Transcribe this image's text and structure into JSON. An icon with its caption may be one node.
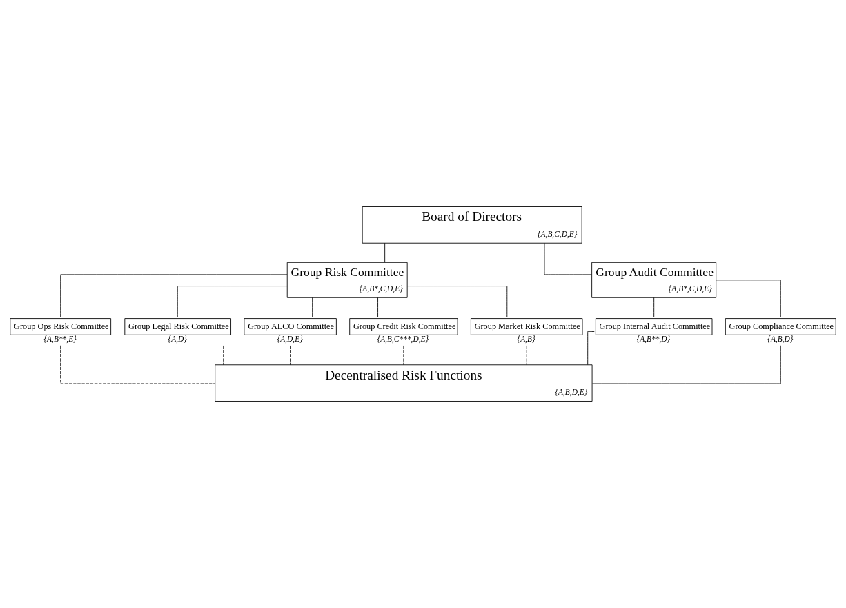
{
  "diagram": {
    "nodes": [
      {
        "text": [
          "Board of Directors",
          "{A,B,C,D,E}"
        ]
      },
      {
        "text": [
          "Group Risk Committee",
          "{A,B*,C,D,E}"
        ]
      },
      {
        "text": [
          "Group Audit Committee",
          "{A,B*,C,D,E}"
        ]
      },
      {
        "text": [
          "Group Internal Audit Committee"
        ],
        "beside": [
          "{A,B**,D}"
        ]
      },
      {
        "text": [
          "Group Compliance Committee"
        ],
        "beside": [
          "{A,B,D}"
        ]
      },
      {
        "text": [
          "Group Ops Risk Committee"
        ],
        "beside": [
          "{A,B**,E}"
        ]
      },
      {
        "text": [
          "Group Legal Risk Committee"
        ],
        "beside": [
          "{A,D}"
        ]
      },
      {
        "text": [
          "Group ALCO Committee"
        ],
        "beside": [
          "{A,D,E}"
        ]
      },
      {
        "text": [
          "Group Credit Risk Committee"
        ],
        "beside": [
          "{A,B,C***,D,E}"
        ]
      },
      {
        "text": [
          "Group Market Risk Committee"
        ],
        "beside": [
          "{A,B}"
        ]
      },
      {
        "text": [
          "Decentralised Risk Functions",
          "{A,B,D,E}"
        ]
      }
    ],
    "edges": [
      {
        "from": 0,
        "to": 1,
        "arrow": "none"
      },
      {
        "from": 0,
        "to": 2,
        "arrow": "none"
      },
      {
        "from": 1,
        "to": 5,
        "arrow": "none"
      },
      {
        "from": 1,
        "to": 6,
        "arrow": "none"
      },
      {
        "from": 1,
        "to": 7,
        "arrow": "none"
      },
      {
        "from": 1,
        "to": 8,
        "arrow": "none"
      },
      {
        "from": 1,
        "to": 9,
        "arrow": "none"
      },
      {
        "from": 2,
        "to": 3,
        "arrow": "none"
      },
      {
        "from": 2,
        "to": 4,
        "arrow": "none"
      },
      {
        "from": 5,
        "to": 10,
        "arrow": "none",
        "style": "dashed"
      },
      {
        "from": 6,
        "to": 10,
        "arrow": "none",
        "style": "dashed"
      },
      {
        "from": 7,
        "to": 10,
        "arrow": "none",
        "style": "dashed"
      },
      {
        "from": 8,
        "to": 10,
        "arrow": "none",
        "style": "dashed"
      },
      {
        "from": 9,
        "to": 10,
        "arrow": "none",
        "style": "dashed"
      },
      {
        "from": 3,
        "to": 10,
        "arrow": "none"
      },
      {
        "from": 4,
        "to": 10,
        "arrow": "none"
      }
    ]
  }
}
